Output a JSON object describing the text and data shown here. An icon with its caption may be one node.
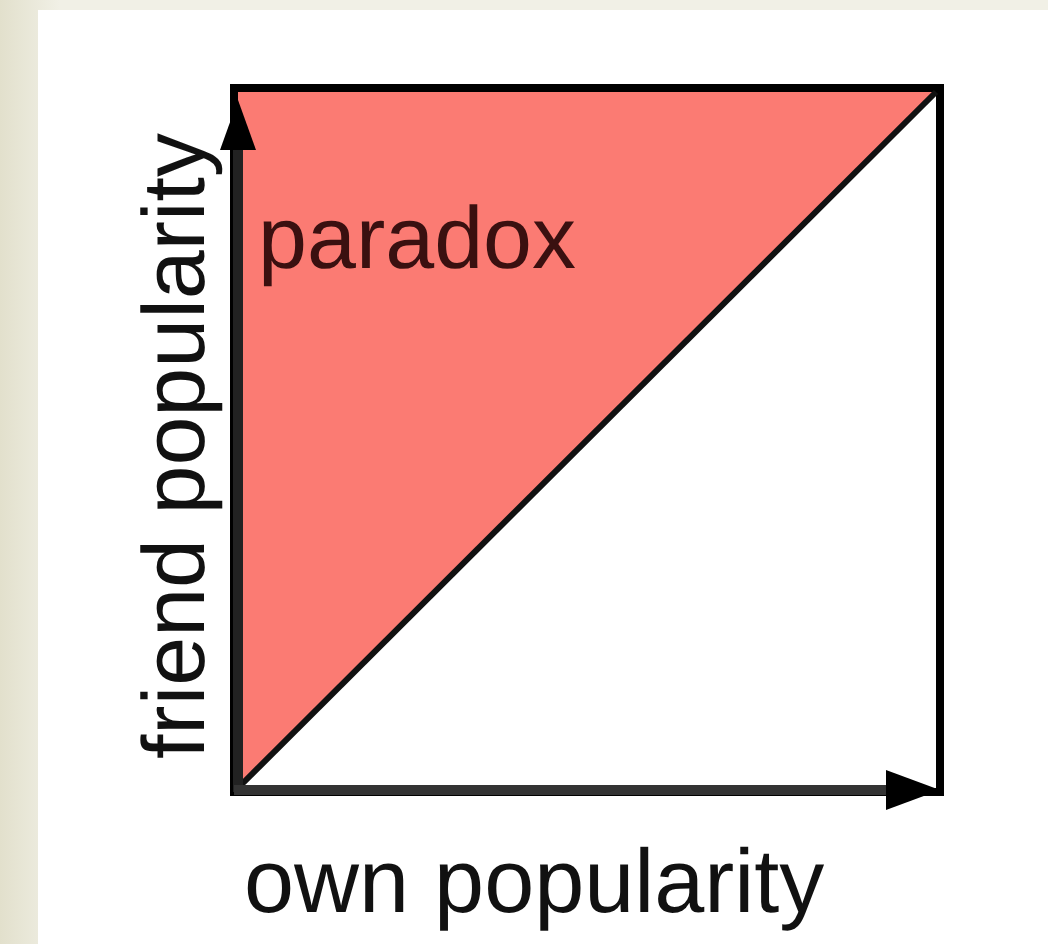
{
  "diagram": {
    "nodes": [
      {
        "text": [
          "paradox"
        ]
      }
    ],
    "labels": [
      "friend popularity",
      "own popularity"
    ]
  }
}
